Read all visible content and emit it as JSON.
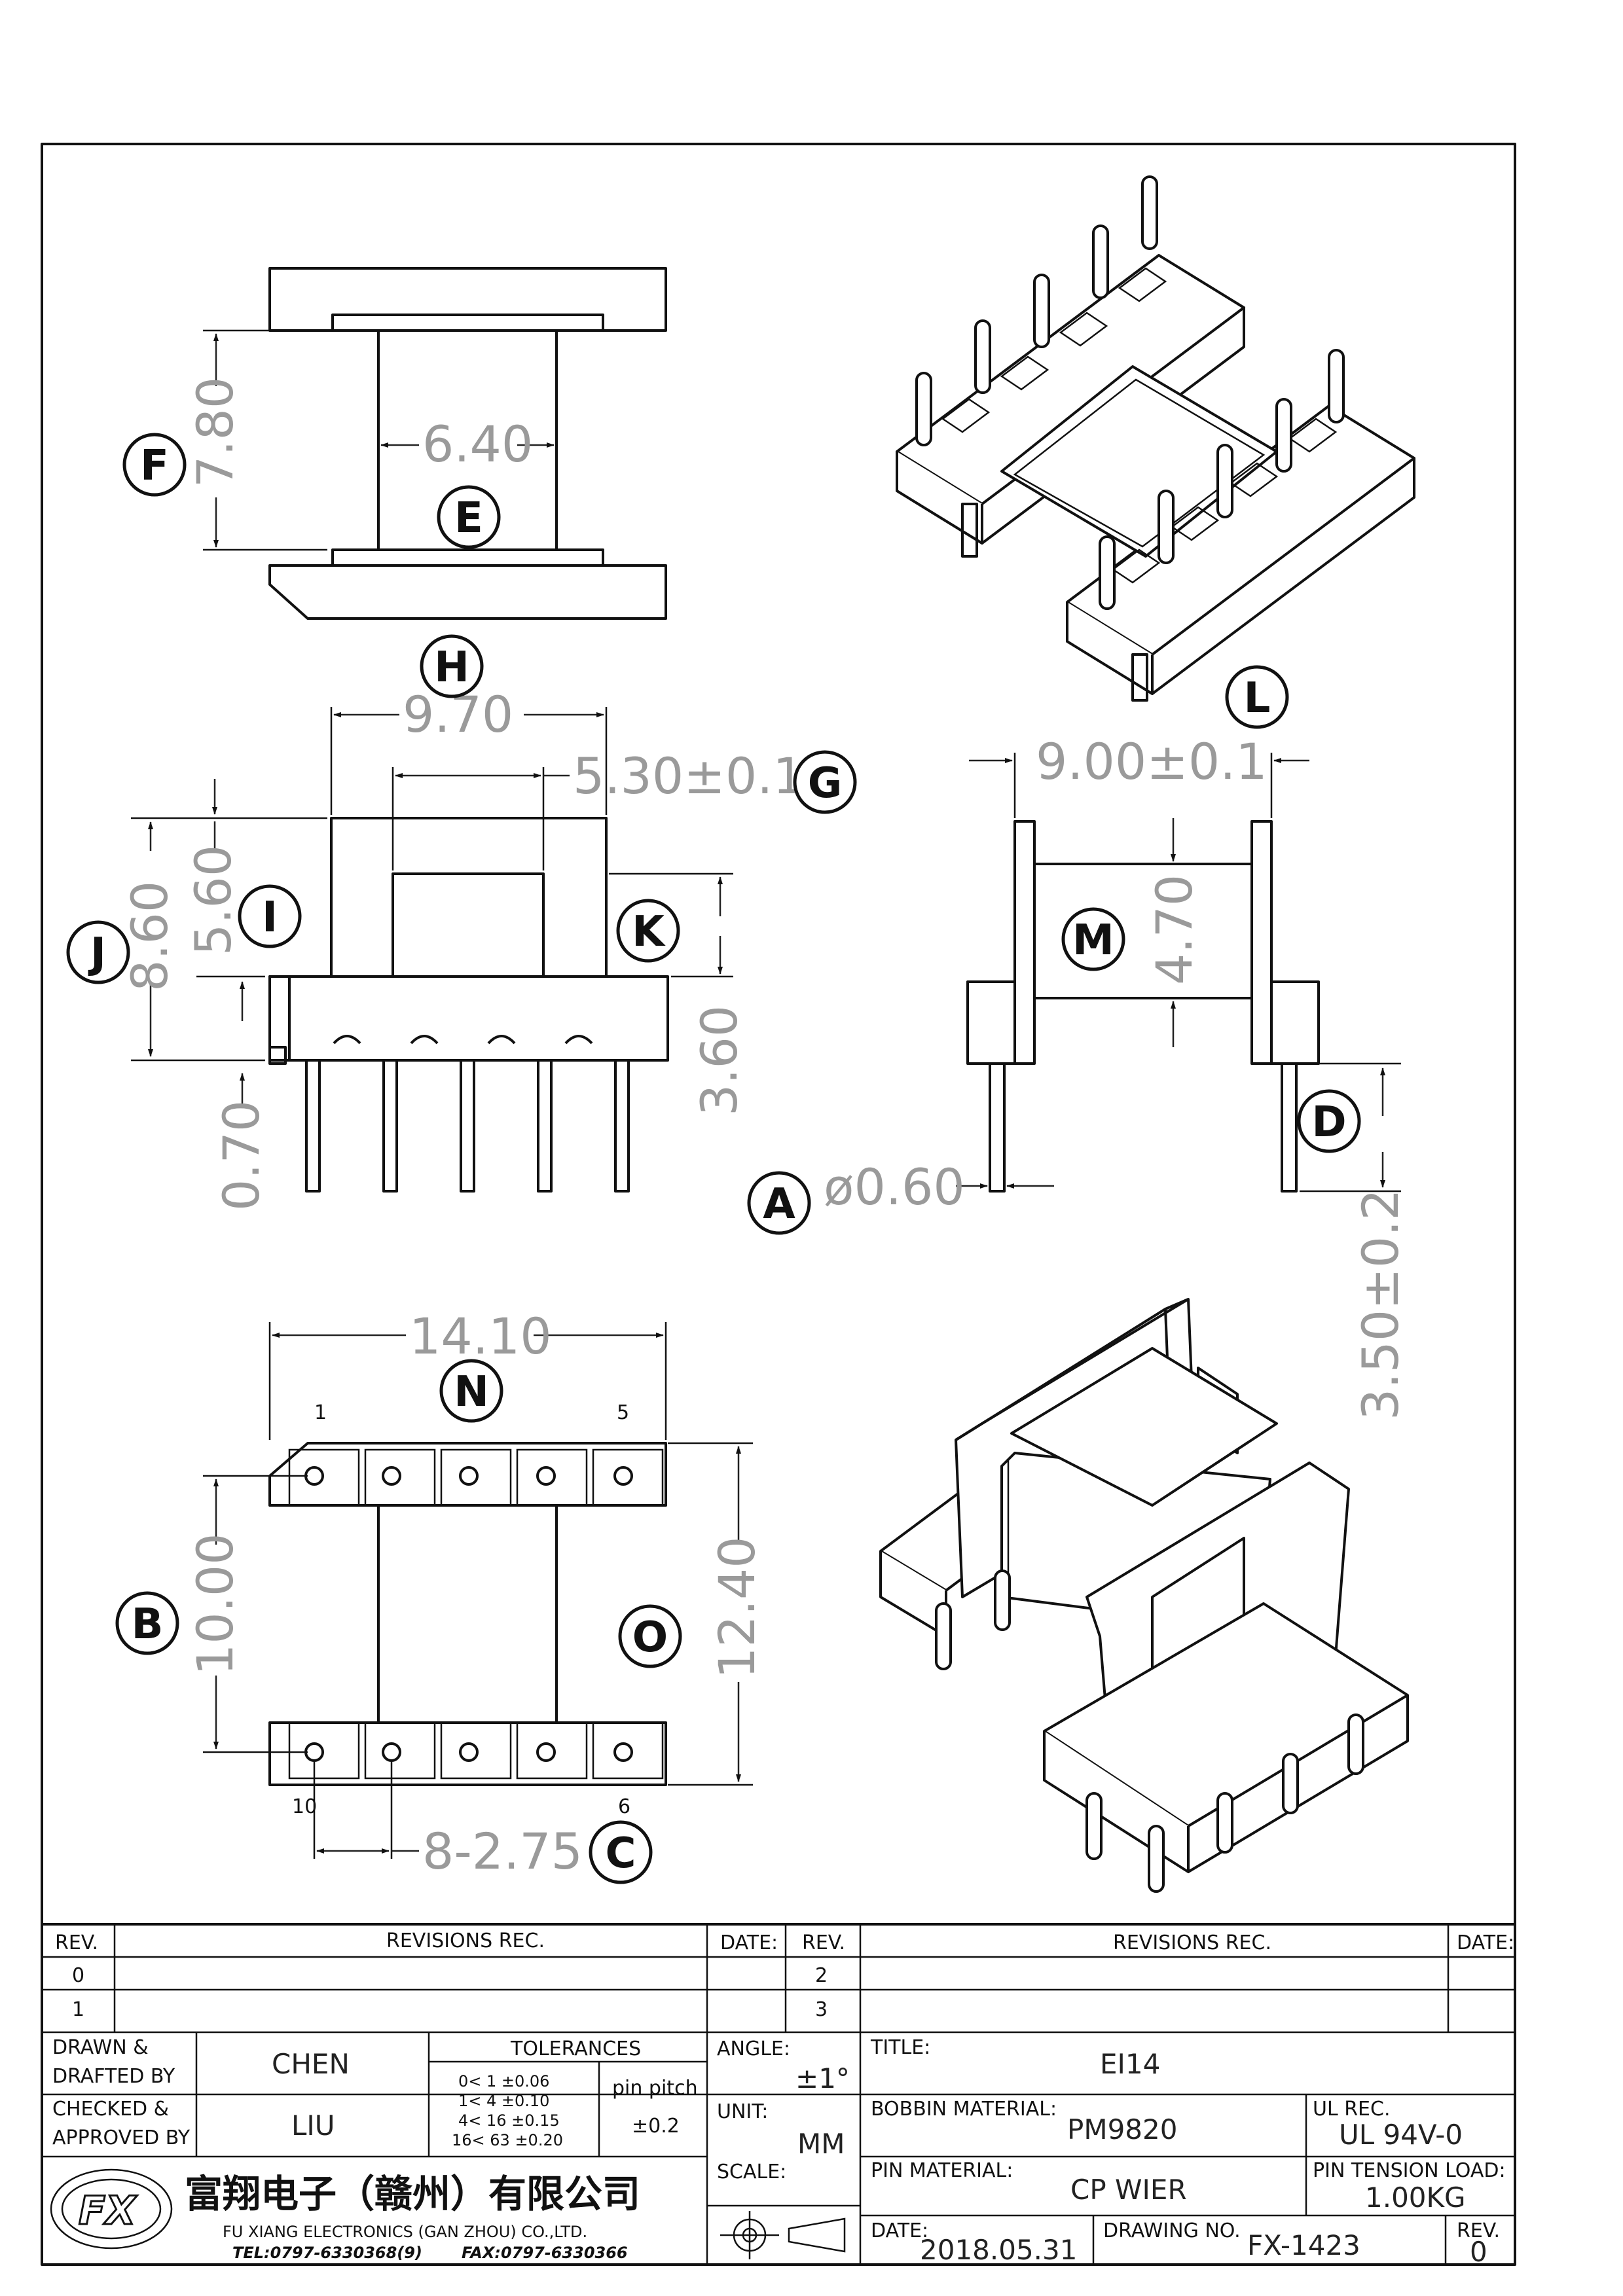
{
  "labels": {
    "A": "A",
    "B": "B",
    "C": "C",
    "D": "D",
    "E": "E",
    "F": "F",
    "G": "G",
    "H": "H",
    "I": "I",
    "J": "J",
    "K": "K",
    "L": "L",
    "M": "M",
    "N": "N",
    "O": "O"
  },
  "dimensions": {
    "A": "ø0.60",
    "B": "10.00",
    "C": "8-2.75",
    "D": "3.50±0.2",
    "E": "6.40",
    "F": "7.80",
    "G": "5.30±0.1",
    "H": "9.70",
    "I": "5.60",
    "J": "8.60",
    "K": "3.60",
    "L_top": "9.00±0.1",
    "M": "4.70",
    "N": "14.10",
    "O": "12.40",
    "base": "0.70"
  },
  "pin_numbers": {
    "p1": "1",
    "p5": "5",
    "p10": "10",
    "p6": "6"
  },
  "title_block": {
    "headers": {
      "rev": "REV.",
      "revisions_rec": "REVISIONS   REC.",
      "date": "DATE:"
    },
    "left_revs": [
      "0",
      "1"
    ],
    "right_revs": [
      "2",
      "3"
    ],
    "drawn_label_1": "DRAWN &",
    "drawn_label_2": "DRAFTED BY",
    "drawn_by": "CHEN",
    "checked_label_1": "CHECKED &",
    "checked_label_2": "APPROVED BY",
    "checked_by": "LIU",
    "tolerances_title": "TOLERANCES",
    "tolerance_rows": [
      "0<  1   ±0.06",
      "1<  4   ±0.10",
      "4<  16  ±0.15",
      "16<  63  ±0.20"
    ],
    "pin_pitch_label": "pin pitch",
    "pin_pitch_value": "±0.2",
    "angle_label": "ANGLE:",
    "angle_value": "±1°",
    "unit_label": "UNIT:",
    "unit_value": "MM",
    "scale_label": "SCALE:",
    "title_label": "TITLE:",
    "title_value": "EI14",
    "bobbin_material_label": "BOBBIN MATERIAL:",
    "bobbin_material_value": "PM9820",
    "ul_rec_label": "UL REC.",
    "ul_rec_value": "UL 94V-0",
    "pin_material_label": "PIN MATERIAL:",
    "pin_material_value": "CP WIER",
    "pin_tension_label": "PIN TENSION LOAD:",
    "pin_tension_value": "1.00KG",
    "date_label": "DATE:",
    "date_value": "2018.05.31",
    "drawing_no_label": "DRAWING NO.",
    "drawing_no_value": "FX-1423",
    "rev_label": "REV.",
    "rev_value": "0",
    "company_cn": "富翔电子（赣州）有限公司",
    "company_en": "FU XIANG ELECTRONICS (GAN ZHOU) CO.,LTD.",
    "tel": "TEL:0797-6330368(9)",
    "fax": "FAX:0797-6330366",
    "logo_text": "FX"
  }
}
